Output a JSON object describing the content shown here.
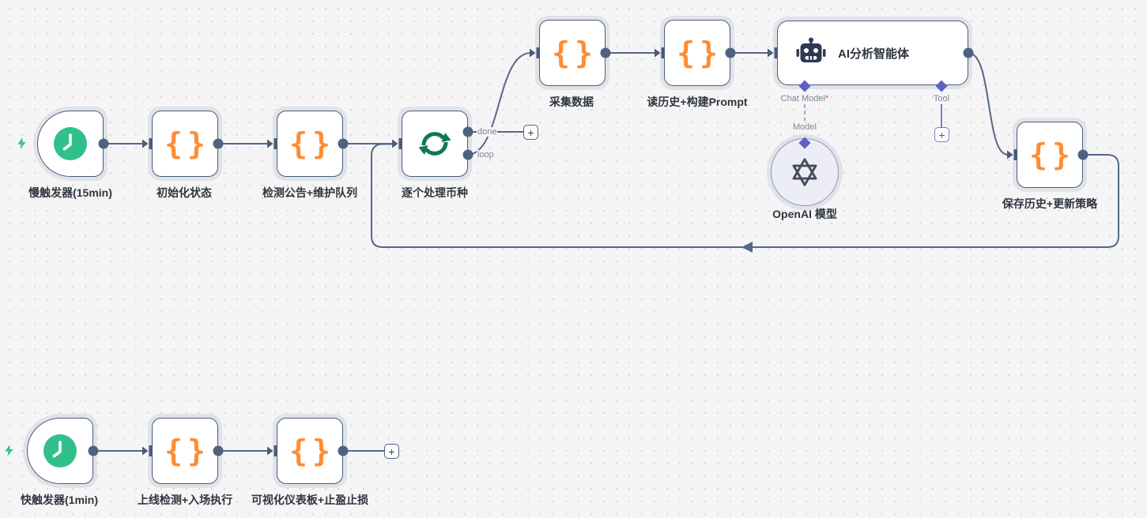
{
  "nodes": [
    {
      "id": "slow-trigger",
      "label": "慢触发器(15min)",
      "type": "schedule-trigger"
    },
    {
      "id": "init-state",
      "label": "初始化状态",
      "type": "code"
    },
    {
      "id": "check-announcements",
      "label": "检测公告+维护队列",
      "type": "code"
    },
    {
      "id": "process-each-coin",
      "label": "逐个处理币种",
      "type": "loop"
    },
    {
      "id": "collect-data",
      "label": "采集数据",
      "type": "code"
    },
    {
      "id": "read-history-prompt",
      "label": "读历史+构建Prompt",
      "type": "code"
    },
    {
      "id": "ai-agent",
      "label": "AI分析智能体",
      "type": "agent"
    },
    {
      "id": "openai-model",
      "label": "OpenAI 模型",
      "type": "openai-chat-model"
    },
    {
      "id": "save-history",
      "label": "保存历史+更新策略",
      "type": "code"
    },
    {
      "id": "fast-trigger",
      "label": "快触发器(1min)",
      "type": "schedule-trigger"
    },
    {
      "id": "online-check-entry",
      "label": "上线检测+入场执行",
      "type": "code"
    },
    {
      "id": "dashboard-tp-sl",
      "label": "可视化仪表板+止盈止损",
      "type": "code"
    }
  ],
  "edge_labels": {
    "done": "done",
    "loop": "loop"
  },
  "agent_connectors": {
    "chat_model_label": "Chat Model",
    "required_mark": "*",
    "model_link_label": "Model",
    "tool_label": "Tool"
  },
  "ui": {
    "plus": "+"
  },
  "colors": {
    "canvas-bg": "#f5f5f6",
    "dot": "#d8d8db",
    "ring": "#e0e3e8",
    "node-border": "#4a5b79",
    "node-bg": "#ffffff",
    "edge": "#55678a",
    "port": "#51627f",
    "label": "#2f353e",
    "sublabel": "#7d8695",
    "orange": "#ff8c33",
    "green": "#31c08c",
    "loopgreen": "#11794f",
    "indigo": "#5d60c4",
    "purple-border": "#7a7cd0",
    "openai-bg": "#ededf6",
    "openai-border": "#9396c0",
    "dark-icon": "#2d3a52",
    "zap": "#3ec483",
    "red": "#e5484d"
  }
}
